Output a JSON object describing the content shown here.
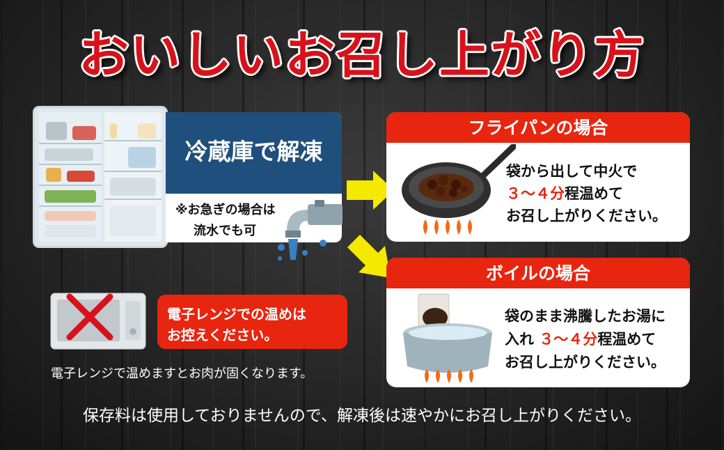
{
  "title": "おいしいお召し上がり方",
  "thaw": {
    "title": "冷蔵庫で解凍",
    "note_line1": "※お急ぎの場合は",
    "note_line2": "流水でも可"
  },
  "fry": {
    "header": "フライパンの場合",
    "line1": "袋から出して中火で",
    "line2_red": "３～４分",
    "line2_rest": "程温めて",
    "line3": "お召し上がりください。"
  },
  "boil": {
    "header": "ボイルの場合",
    "line1": "袋のまま沸騰したお湯に",
    "line2_prefix": "入れ",
    "line2_red": "３～４分",
    "line2_rest": "程温めて",
    "line3": "お召し上がりください。"
  },
  "microwave": {
    "warning_line1": "電子レンジでの温めは",
    "warning_line2": "お控えください。",
    "note": "電子レンジで温めますとお肉が固くなります。"
  },
  "bottom_note": "保存料は使用しておりませんので、解凍後は速やかにお召し上がりください。",
  "colors": {
    "accent_red": "#e8250f",
    "navy": "#1f4f7c",
    "arrow_yellow": "#f5e900"
  },
  "icons": [
    "fridge-icon",
    "faucet-icon",
    "frying-pan-icon",
    "flame-icon",
    "pot-icon",
    "microwave-icon",
    "cross-mark-icon",
    "arrow-icon"
  ]
}
